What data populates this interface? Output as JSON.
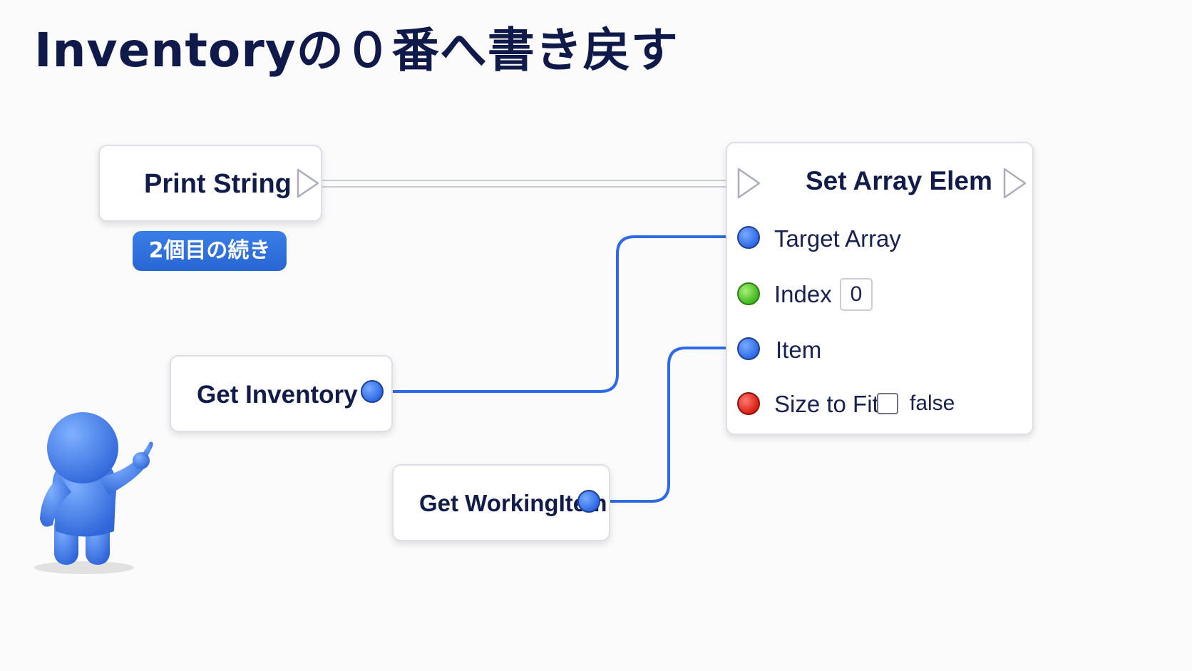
{
  "title": "Inventoryの０番へ書き戻す",
  "colors": {
    "wire": "#2f6ae6",
    "exec_wire": "#c8ccd4",
    "badge": "#2f70dd",
    "index_pin": "#3fb81d",
    "size_to_fit_pin": "#d91f14"
  },
  "nodes": {
    "print_string": {
      "label": "Print String"
    },
    "note_badge": "2個目の続き",
    "get_inventory": {
      "label": "Get Inventory"
    },
    "get_working_item": {
      "label": "Get WorkingItem"
    },
    "set_array_elem": {
      "label": "Set Array Elem",
      "pins": {
        "target_array": "Target Array",
        "index": "Index",
        "index_value": "0",
        "item": "Item",
        "size_to_fit": "Size to Fit",
        "size_to_fit_value": "false"
      }
    }
  },
  "icons": [
    "exec-arrow-icon",
    "pin-dot-icon",
    "checkbox-icon",
    "mascot-pointing-figure"
  ]
}
